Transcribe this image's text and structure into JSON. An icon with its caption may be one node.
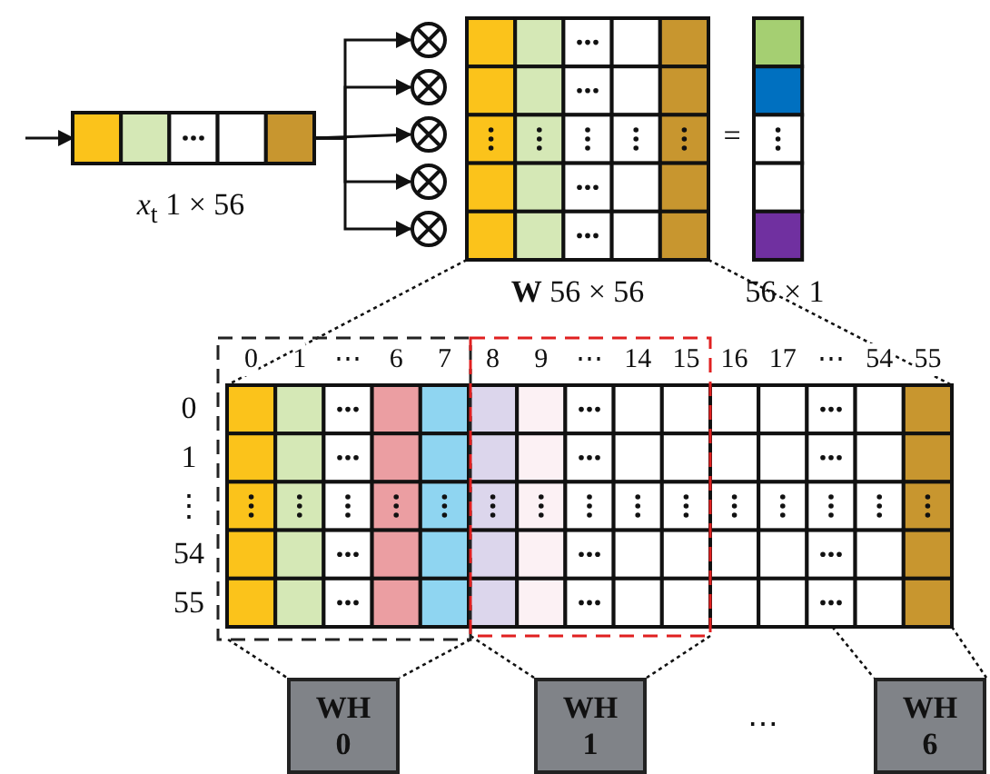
{
  "diagram": {
    "nodes": [
      {
        "text": [],
        "shape": "bar",
        "beside": [
          "*x*$_{t}$ 1 × 56"
        ]
      },
      {
        "text": [],
        "shape": "circle"
      },
      {
        "text": [],
        "shape": "circle"
      },
      {
        "text": [],
        "shape": "circle"
      },
      {
        "text": [],
        "shape": "circle"
      },
      {
        "text": [],
        "shape": "circle"
      },
      {
        "text": [],
        "shape": "box",
        "beside": [
          "**W** 56 × 56"
        ]
      },
      {
        "text": [],
        "shape": "bar",
        "beside": [
          "56 × 1"
        ]
      },
      {
        "text": [],
        "shape": "box"
      },
      {
        "text": [],
        "shape": "box"
      },
      {
        "text": [],
        "shape": "box"
      },
      {
        "text": [
          "WH 0"
        ]
      },
      {
        "text": [
          "WH 1"
        ]
      },
      {
        "text": [
          "WH 6"
        ]
      }
    ],
    "edges": [
      {
        "from": null,
        "to": 0,
        "arrow": "to"
      },
      {
        "from": 0,
        "to": 1,
        "arrow": "to"
      },
      {
        "from": 0,
        "to": 2,
        "arrow": "to"
      },
      {
        "from": 0,
        "to": 3,
        "arrow": "to"
      },
      {
        "from": 0,
        "to": 4,
        "arrow": "to"
      },
      {
        "from": 0,
        "to": 5,
        "arrow": "to"
      },
      {
        "from": 6,
        "to": 8,
        "arrow": "none",
        "style": "dashed"
      },
      {
        "from": 6,
        "to": 8,
        "arrow": "none",
        "style": "dashed"
      },
      {
        "from": 9,
        "to": 11,
        "arrow": "none",
        "style": "dashed"
      },
      {
        "from": 9,
        "to": 11,
        "arrow": "none",
        "style": "dashed"
      },
      {
        "from": 10,
        "to": 12,
        "arrow": "none",
        "style": "dashed"
      },
      {
        "from": 10,
        "to": 12,
        "arrow": "none",
        "style": "dashed"
      },
      {
        "from": 8,
        "to": 13,
        "arrow": "none",
        "style": "dashed"
      },
      {
        "from": 8,
        "to": 13,
        "arrow": "none",
        "style": "dashed"
      }
    ],
    "labels": [
      "=",
      "0",
      "1",
      "⋯",
      "6",
      "7",
      "8",
      "9",
      "⋯",
      "14",
      "15",
      "16",
      "17",
      "⋯",
      "54",
      "55",
      "0",
      "1",
      "⋮",
      "54",
      "55",
      "⋯"
    ]
  }
}
